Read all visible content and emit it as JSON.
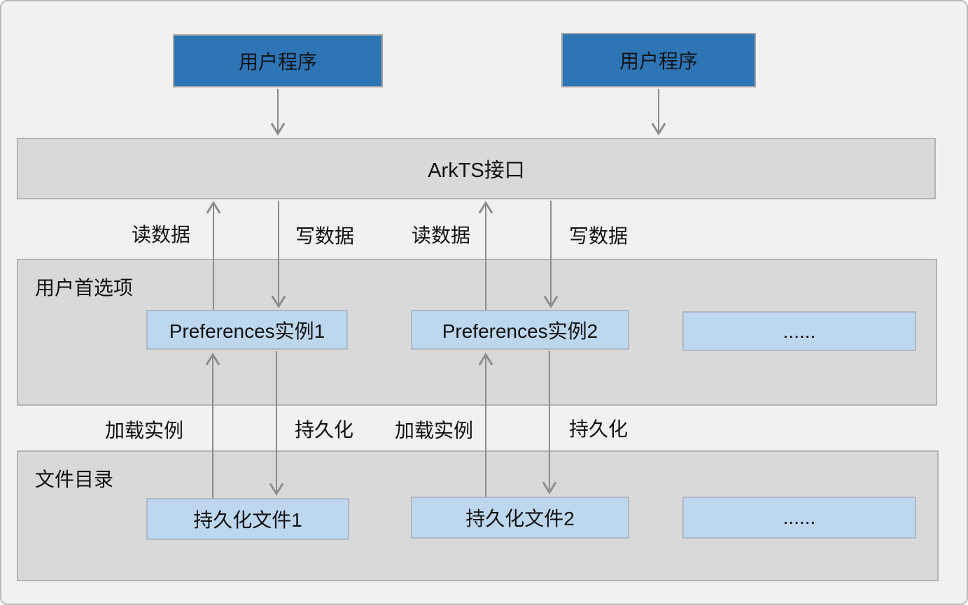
{
  "diagram": {
    "description": "Architecture diagram of user preferences data flow through ArkTS interface",
    "top_boxes": [
      {
        "label": "用户程序"
      },
      {
        "label": "用户程序"
      }
    ],
    "api_bar": {
      "label": "ArkTS接口"
    },
    "sections": [
      {
        "label": "用户首选项",
        "boxes": [
          {
            "label": "Preferences实例1"
          },
          {
            "label": "Preferences实例2"
          },
          {
            "label": "......"
          }
        ]
      },
      {
        "label": "文件目录",
        "boxes": [
          {
            "label": "持久化文件1"
          },
          {
            "label": "持久化文件2"
          },
          {
            "label": "......"
          }
        ]
      }
    ],
    "arrow_labels": {
      "read1": "读数据",
      "write1": "写数据",
      "read2": "读数据",
      "write2": "写数据",
      "load1": "加载实例",
      "persist1": "持久化",
      "load2": "加载实例",
      "persist2": "持久化"
    },
    "colors": {
      "primary_blue": "#2e75b6",
      "light_blue": "#bdd7ee",
      "section_gray": "#d9d9d9",
      "background": "#f1f1f2",
      "arrow_gray": "#8c8c8c"
    }
  }
}
